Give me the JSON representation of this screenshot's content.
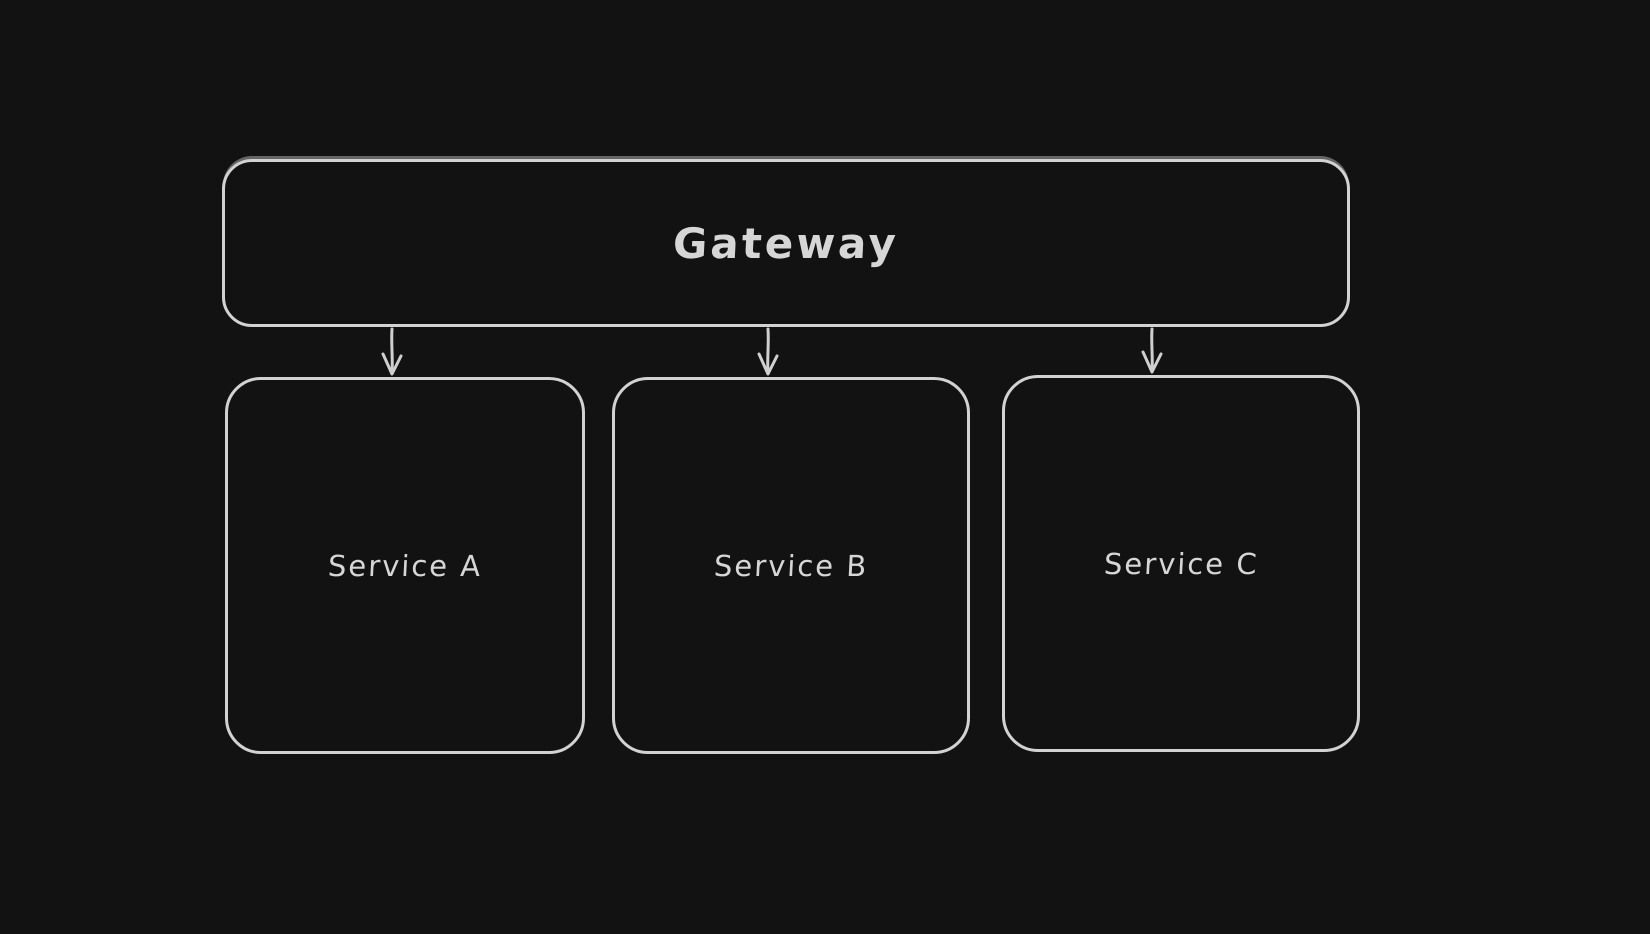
{
  "canvas": {
    "background_color": "#121212",
    "stroke_color": "#d2d2d2"
  },
  "diagram": {
    "type": "flowchart",
    "direction": "top-down",
    "nodes": [
      {
        "id": "gateway",
        "label": "Gateway",
        "shape": "rounded-rectangle"
      },
      {
        "id": "service-a",
        "label": "Service A",
        "shape": "rounded-rectangle"
      },
      {
        "id": "service-b",
        "label": "Service B",
        "shape": "rounded-rectangle"
      },
      {
        "id": "service-c",
        "label": "Service C",
        "shape": "rounded-rectangle"
      }
    ],
    "edges": [
      {
        "from": "Gateway",
        "to": "Service A",
        "style": "arrow-down"
      },
      {
        "from": "Gateway",
        "to": "Service B",
        "style": "arrow-down"
      },
      {
        "from": "Gateway",
        "to": "Service C",
        "style": "arrow-down"
      }
    ]
  }
}
